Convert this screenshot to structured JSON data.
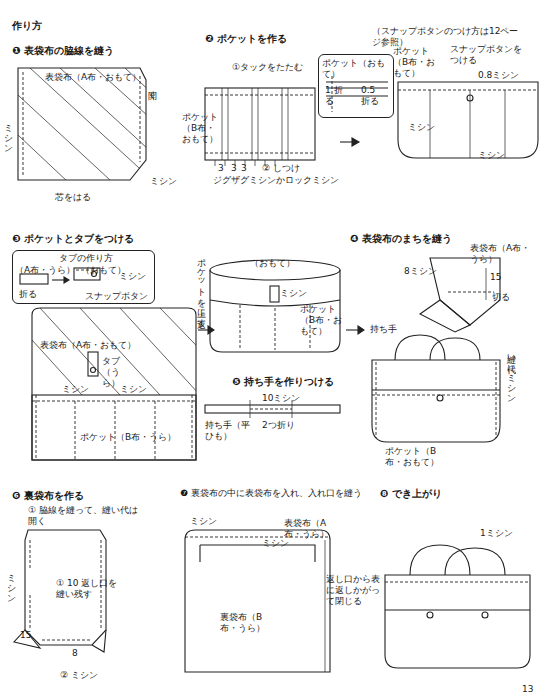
{
  "diagram": {
    "title": "作り方",
    "nodes": [
      {
        "text": [
          "ポケット（おもて）",
          "1 折る",
          "0.5 折る"
        ]
      },
      {
        "text": [
          "タブの作り方",
          "（A布・うら）",
          "（おもて）",
          "折る",
          "ミシン",
          "スナップボタン"
        ]
      }
    ],
    "labels": [
      "❶ 表袋布の脇線を縫う",
      "表袋布（A布・おもて）",
      "開く",
      "ミシン",
      "ミシン",
      "芯をはる",
      "❷ ポケットを作る",
      "①タックをたたむ",
      "ポケット（B布・おもて）",
      "3",
      "3",
      "3",
      "② しつけ",
      "ジグザグミシンかロックミシン",
      "（スナップボタンのつけ方は12ページ参照）",
      "ポケット（B布・おもて）",
      "スナップボタンをつける",
      "0.8ミシン",
      "ミシン",
      "ミシン",
      "❸ ポケットとタブをつける",
      "表袋布（A布・おもて）",
      "タブ（うら）",
      "ミシン",
      "ミシン",
      "ポケット（B布・うら）",
      "ポケットを上に返す",
      "（おもて）",
      "ミシン",
      "ポケット（B布・おもて）",
      "❹ 表袋布のまちを縫う",
      "表袋布（A布・うら）",
      "8ミシン",
      "15",
      "切る",
      "❺ 持ち手を作りつける",
      "10ミシン",
      "持ち手（平ひも）",
      "2つ折り",
      "持ち手",
      "縫い代にミシン",
      "ポケット（B布・おもて）",
      "❻ 裏袋布を作る",
      "① 脇線を縫って、縫い代は開く",
      "ミシン",
      "① 10 返し口を縫い残す",
      "15",
      "8",
      "② ミシン",
      "❼ 裏袋布の中に表袋布を入れ、入れ口を縫う",
      "ミシン",
      "表袋布（A布・うら）",
      "ミシン",
      "裏袋布（B布・うら）",
      "❽ でき上がり",
      "1ミシン",
      "返し口から表に返しかがって閉じる",
      "13"
    ]
  }
}
